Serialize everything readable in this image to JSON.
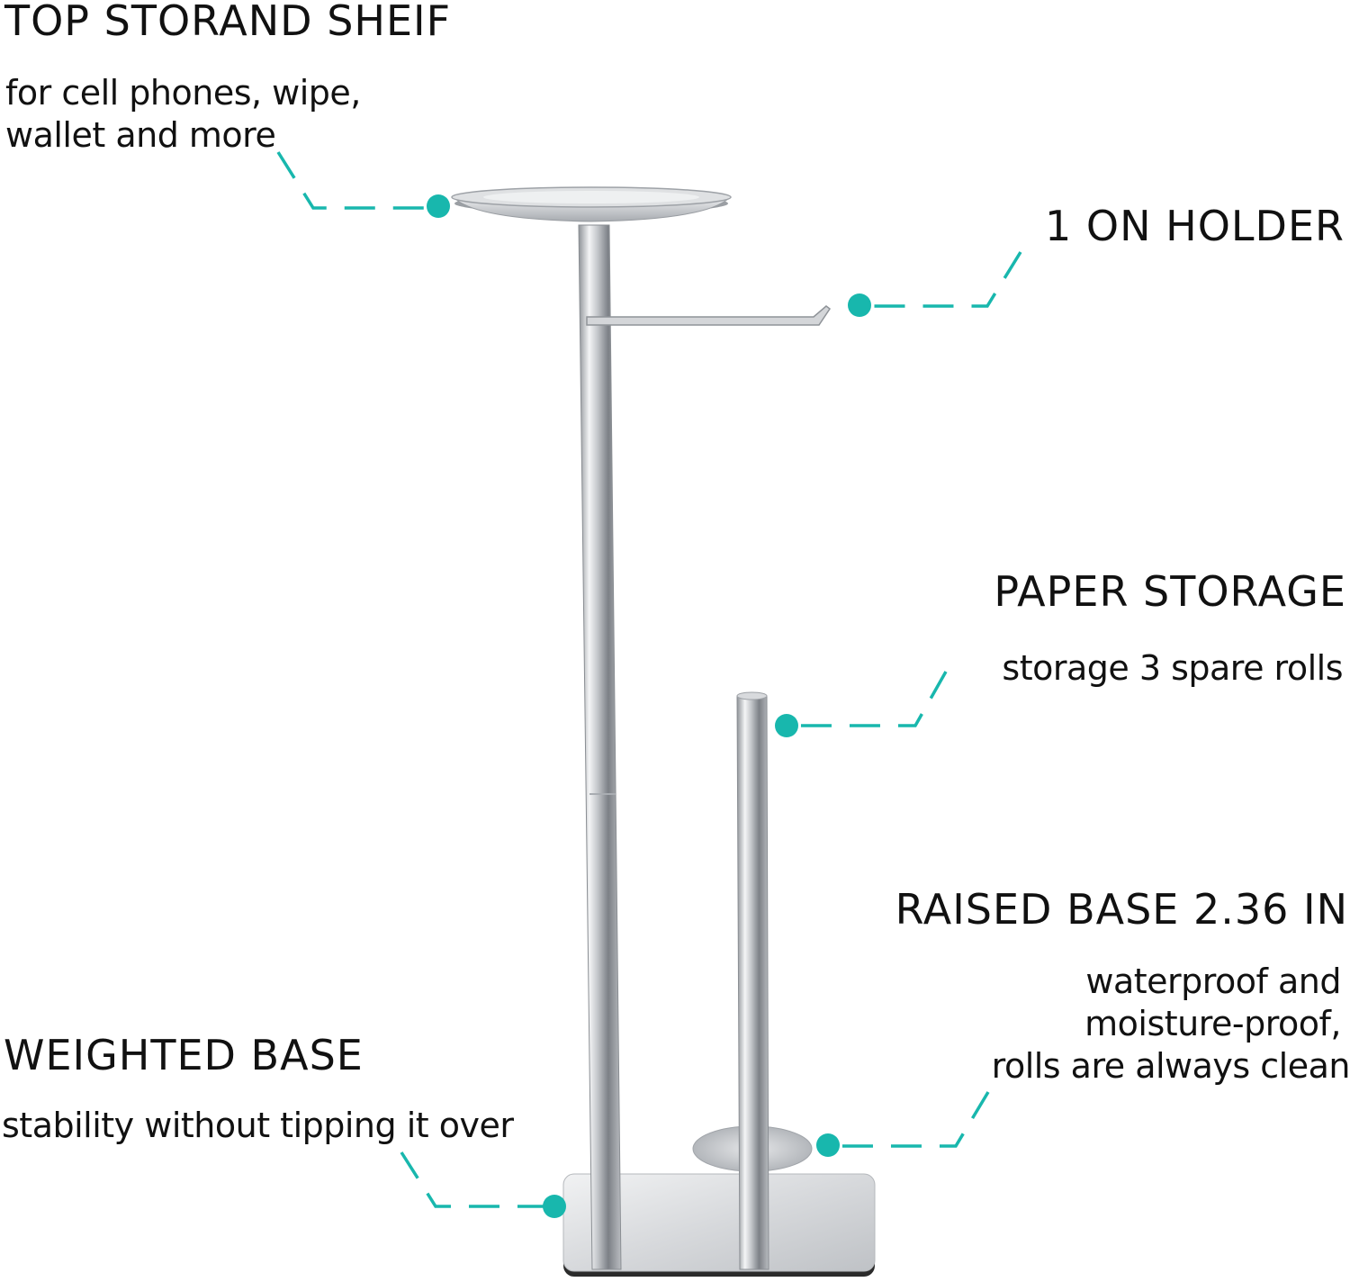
{
  "accent_color": "#18b7ad",
  "callouts": {
    "top_shelf": {
      "title": "TOP STORAND SHEIF",
      "lines": [
        "for cell phones, wipe,",
        "wallet and more"
      ]
    },
    "holder": {
      "title": "1 ON HOLDER"
    },
    "paper_storage": {
      "title": "PAPER STORAGE",
      "lines": [
        "storage 3 spare rolls"
      ]
    },
    "raised_base": {
      "title": "RAISED BASE 2.36 IN",
      "lines": [
        "waterproof and",
        "moisture-proof,",
        "rolls are always clean"
      ]
    },
    "weighted_base": {
      "title": "WEIGHTED BASE",
      "lines": [
        "stability without tipping it over"
      ]
    }
  }
}
